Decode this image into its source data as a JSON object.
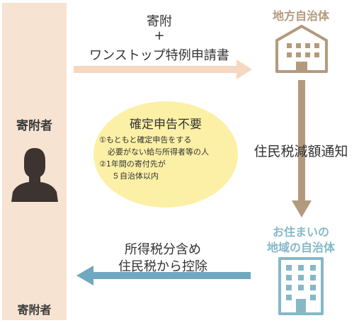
{
  "donor": {
    "label": "寄附者",
    "footer": "寄附者"
  },
  "top_flow": {
    "line1": "寄附",
    "line2": "+",
    "line3": "ワンストップ特例申請書"
  },
  "origin_city": {
    "label": "地方自治体"
  },
  "notice": {
    "label": "住民税減額通知"
  },
  "no_filing": {
    "title": "確定申告不要",
    "item1_line1": "①もともと確定申告をする",
    "item1_line2": "必要がない給与所得者等の人",
    "item2_line1": "②1年間の寄付先が",
    "item2_line2": "５自治体以内"
  },
  "resident_city": {
    "label_line1": "お住まいの",
    "label_line2": "地域の自治体"
  },
  "bottom_flow": {
    "line1": "所得税分含め",
    "line2": "住民税から控除"
  },
  "colors": {
    "donor_bg": "#f7e3d2",
    "arrow_peach": "#f6d7bf",
    "arrow_brown": "#b49a7d",
    "arrow_teal": "#6fa8bf",
    "origin_building": "#b49a7d",
    "resident_building": "#86b8c8",
    "circle_bg": "#fcf0a6",
    "person": "#3d3330"
  }
}
